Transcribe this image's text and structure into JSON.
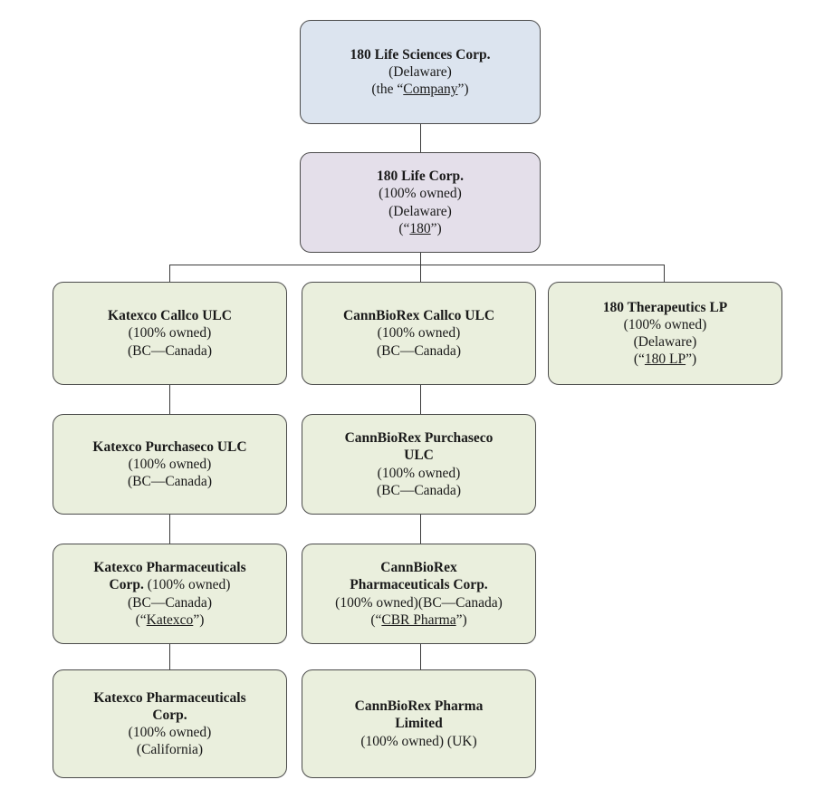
{
  "chart_data": {
    "type": "diagram",
    "title": "Corporate Organizational Structure",
    "subtype": "org-chart",
    "colors": {
      "blue_fill": "#dce4ef",
      "lilac_fill": "#e4dfea",
      "green_fill": "#eaefdd",
      "border": "#4b4b4b",
      "connector": "#3a3a3a",
      "background": "#ffffff"
    },
    "nodes": [
      {
        "id": "company",
        "level": 0,
        "color": "blue",
        "lines": [
          {
            "text": "180 Life Sciences Corp.",
            "bold": true
          },
          {
            "text": "(Delaware)",
            "bold": false
          },
          {
            "text": "(the “Company”)",
            "bold": false,
            "underline_part": "Company"
          }
        ]
      },
      {
        "id": "180-life-corp",
        "level": 1,
        "color": "lilac",
        "lines": [
          {
            "text": "180 Life Corp.",
            "bold": true
          },
          {
            "text": "(100% owned)",
            "bold": false
          },
          {
            "text": "(Delaware)",
            "bold": false
          },
          {
            "text": "(“180”)",
            "bold": false,
            "underline_part": "180"
          }
        ]
      },
      {
        "id": "katexco-callco",
        "level": 2,
        "color": "green",
        "lines": [
          {
            "text": "Katexco Callco ULC",
            "bold": true
          },
          {
            "text": "(100% owned)",
            "bold": false
          },
          {
            "text": "(BC—Canada)",
            "bold": false
          }
        ]
      },
      {
        "id": "cannbiorex-callco",
        "level": 2,
        "color": "green",
        "lines": [
          {
            "text": "CannBioRex Callco ULC",
            "bold": true
          },
          {
            "text": "(100% owned)",
            "bold": false
          },
          {
            "text": "(BC—Canada)",
            "bold": false
          }
        ]
      },
      {
        "id": "180-therapeutics-lp",
        "level": 2,
        "color": "green",
        "lines": [
          {
            "text": "180 Therapeutics LP",
            "bold": true
          },
          {
            "text": "(100% owned)",
            "bold": false
          },
          {
            "text": "(Delaware)",
            "bold": false
          },
          {
            "text": "(“180 LP”)",
            "bold": false,
            "underline_part": "180 LP"
          }
        ]
      },
      {
        "id": "katexco-purchaseco",
        "level": 3,
        "color": "green",
        "lines": [
          {
            "text": "Katexco Purchaseco ULC",
            "bold": true
          },
          {
            "text": "(100% owned)",
            "bold": false
          },
          {
            "text": "(BC—Canada)",
            "bold": false
          }
        ]
      },
      {
        "id": "cannbiorex-purchaseco",
        "level": 3,
        "color": "green",
        "lines": [
          {
            "text": "CannBioRex Purchaseco",
            "bold": true
          },
          {
            "text": "ULC",
            "bold": true
          },
          {
            "text": "(100% owned)",
            "bold": false
          },
          {
            "text": "(BC—Canada)",
            "bold": false
          }
        ]
      },
      {
        "id": "katexco-pharmaceuticals-bc",
        "level": 4,
        "color": "green",
        "lines": [
          {
            "text": "Katexco Pharmaceuticals",
            "bold": true
          },
          {
            "text": "Corp. (100% owned)",
            "bold": "mixed",
            "bold_part": "Corp.",
            "plain_part": " (100% owned)"
          },
          {
            "text": "(BC—Canada)",
            "bold": false
          },
          {
            "text": "(“Katexco”)",
            "bold": false,
            "underline_part": "Katexco"
          }
        ]
      },
      {
        "id": "cannbiorex-pharmaceuticals",
        "level": 4,
        "color": "green",
        "lines": [
          {
            "text": "CannBioRex",
            "bold": true
          },
          {
            "text": "Pharmaceuticals Corp.",
            "bold": true
          },
          {
            "text": "(100% owned)(BC—Canada)",
            "bold": false
          },
          {
            "text": "(“CBR Pharma”)",
            "bold": false,
            "underline_part": "CBR Pharma"
          }
        ]
      },
      {
        "id": "katexco-pharmaceuticals-ca",
        "level": 5,
        "color": "green",
        "lines": [
          {
            "text": "Katexco Pharmaceuticals",
            "bold": true
          },
          {
            "text": "Corp.",
            "bold": true
          },
          {
            "text": "(100% owned)",
            "bold": false
          },
          {
            "text": "(California)",
            "bold": false
          }
        ]
      },
      {
        "id": "cannbiorex-pharma-limited",
        "level": 5,
        "color": "green",
        "lines": [
          {
            "text": "CannBioRex Pharma",
            "bold": true
          },
          {
            "text": "Limited",
            "bold": true
          },
          {
            "text": "(100% owned) (UK)",
            "bold": false
          }
        ]
      }
    ],
    "edges": [
      {
        "from": "company",
        "to": "180-life-corp"
      },
      {
        "from": "180-life-corp",
        "to": "katexco-callco"
      },
      {
        "from": "180-life-corp",
        "to": "cannbiorex-callco"
      },
      {
        "from": "180-life-corp",
        "to": "180-therapeutics-lp"
      },
      {
        "from": "katexco-callco",
        "to": "katexco-purchaseco"
      },
      {
        "from": "cannbiorex-callco",
        "to": "cannbiorex-purchaseco"
      },
      {
        "from": "katexco-purchaseco",
        "to": "katexco-pharmaceuticals-bc"
      },
      {
        "from": "cannbiorex-purchaseco",
        "to": "cannbiorex-pharmaceuticals"
      },
      {
        "from": "katexco-pharmaceuticals-bc",
        "to": "katexco-pharmaceuticals-ca"
      },
      {
        "from": "cannbiorex-pharmaceuticals",
        "to": "cannbiorex-pharma-limited"
      }
    ]
  },
  "boxes": {
    "company": {
      "l1": "180 Life Sciences Corp.",
      "l2": "(Delaware)",
      "l3a": "(the “",
      "l3b": "Company",
      "l3c": "”)"
    },
    "life_corp": {
      "l1": "180 Life Corp.",
      "l2": "(100% owned)",
      "l3": "(Delaware)",
      "l4a": "(“",
      "l4b": "180",
      "l4c": "”)"
    },
    "katexco_callco": {
      "l1": "Katexco Callco ULC",
      "l2": "(100% owned)",
      "l3": "(BC—Canada)"
    },
    "cannbiorex_callco": {
      "l1": "CannBioRex Callco ULC",
      "l2": "(100% owned)",
      "l3": "(BC—Canada)"
    },
    "therapeutics_lp": {
      "l1": "180 Therapeutics LP",
      "l2": "(100% owned)",
      "l3": "(Delaware)",
      "l4a": "(“",
      "l4b": "180 LP",
      "l4c": "”)"
    },
    "katexco_purchaseco": {
      "l1": "Katexco Purchaseco ULC",
      "l2": "(100% owned)",
      "l3": "(BC—Canada)"
    },
    "cannbiorex_purchaseco": {
      "l1": "CannBioRex Purchaseco",
      "l2": "ULC",
      "l3": "(100% owned)",
      "l4": "(BC—Canada)"
    },
    "katexco_pharma_bc": {
      "l1": "Katexco Pharmaceuticals",
      "l2a": "Corp.",
      "l2b": " (100% owned)",
      "l3": "(BC—Canada)",
      "l4a": "(“",
      "l4b": "Katexco",
      "l4c": "”)"
    },
    "cannbiorex_pharma": {
      "l1": "CannBioRex",
      "l2": "Pharmaceuticals Corp.",
      "l3": "(100% owned)(BC—Canada)",
      "l4a": "(“",
      "l4b": "CBR Pharma",
      "l4c": "”)"
    },
    "katexco_pharma_ca": {
      "l1": "Katexco Pharmaceuticals",
      "l2": "Corp.",
      "l3": "(100% owned)",
      "l4": "(California)"
    },
    "cannbiorex_pharma_ltd": {
      "l1": "CannBioRex Pharma",
      "l2": "Limited",
      "l3": "(100% owned) (UK)"
    }
  }
}
